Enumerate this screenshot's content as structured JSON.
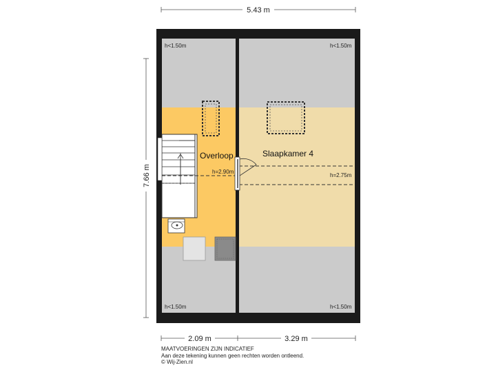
{
  "dimensions": {
    "total_width": "5.43 m",
    "total_depth": "7.66 m",
    "left_width": "2.09 m",
    "right_width": "3.29 m"
  },
  "rooms": {
    "overloop": {
      "name": "Overloop",
      "height": "h=2.90m"
    },
    "slaapkamer": {
      "name": "Slaapkamer 4",
      "height": "h=2.75m"
    }
  },
  "low_height_labels": {
    "top_left": "h<1.50m",
    "top_right": "h<1.50m",
    "bottom_left": "h<1.50m",
    "bottom_right": "h<1.50m"
  },
  "footer": {
    "line1": "MAATVOERINGEN ZIJN INDICATIEF",
    "line2": "Aan deze tekening kunnen geen rechten worden ontleend.",
    "line3": "© Wij-Zien.nl"
  },
  "colors": {
    "wall": "#1a1a1a",
    "low_ceiling": "#cbcbcb",
    "overloop": "#fcc963",
    "slaapkamer": "#f0dcaa",
    "dimension_line": "#555555"
  }
}
